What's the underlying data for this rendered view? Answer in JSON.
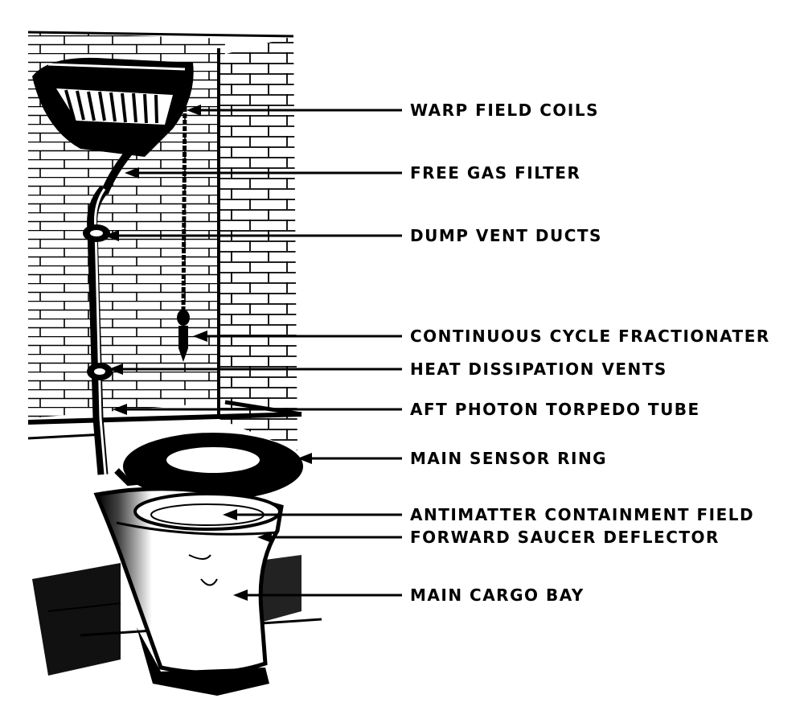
{
  "labels": [
    {
      "id": "warp",
      "text": "WARP FIELD COILS"
    },
    {
      "id": "gas",
      "text": "FREE GAS FILTER"
    },
    {
      "id": "dump",
      "text": "DUMP VENT DUCTS"
    },
    {
      "id": "cycle",
      "text": "CONTINUOUS CYCLE FRACTIONATER"
    },
    {
      "id": "heat",
      "text": "HEAT DISSIPATION VENTS"
    },
    {
      "id": "aft",
      "text": "AFT PHOTON TORPEDO TUBE"
    },
    {
      "id": "sensor",
      "text": "MAIN SENSOR RING"
    },
    {
      "id": "antimatter",
      "text": "ANTIMATTER CONTAINMENT FIELD"
    },
    {
      "id": "saucer",
      "text": "FORWARD SAUCER DEFLECTOR"
    },
    {
      "id": "cargo",
      "text": "MAIN CARGO BAY"
    }
  ],
  "colors": {
    "ink": "#000000",
    "paper": "#ffffff"
  }
}
